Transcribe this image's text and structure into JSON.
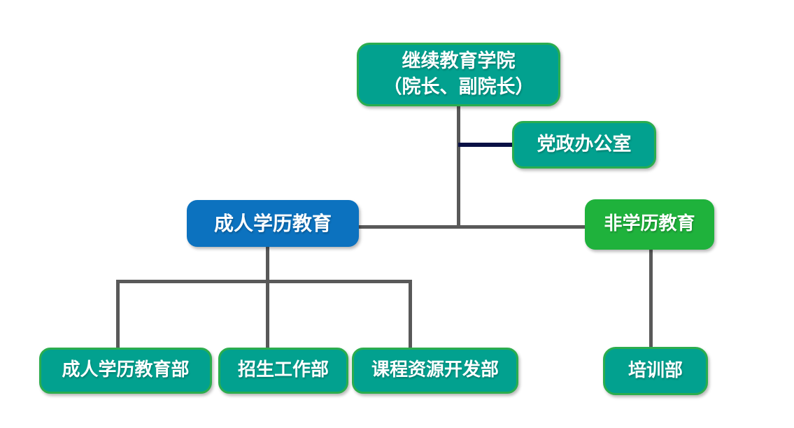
{
  "colors": {
    "background": "#ffffff",
    "teal_fill": "#02A18F",
    "teal_border": "#2BAD4E",
    "blue_fill": "#0C72BF",
    "green_fill": "#1FB23C",
    "line_gray": "#595959",
    "line_navy": "#0A1045",
    "text": "#ffffff"
  },
  "nodes": {
    "root": {
      "line1": "继续教育学院",
      "line2": "（院长、副院长）"
    },
    "party_office": {
      "label": "党政办公室"
    },
    "adult_edu": {
      "label": "成人学历教育"
    },
    "non_degree": {
      "label": "非学历教育"
    },
    "adult_dept": {
      "label": "成人学历教育部"
    },
    "recruit_dept": {
      "label": "招生工作部"
    },
    "course_dept": {
      "label": "课程资源开发部"
    },
    "training_dept": {
      "label": "培训部"
    }
  },
  "edges": [
    {
      "from": "继续教育学院（院长、副院长）",
      "to": "党政办公室"
    },
    {
      "from": "继续教育学院（院长、副院长）",
      "to": "成人学历教育"
    },
    {
      "from": "继续教育学院（院长、副院长）",
      "to": "非学历教育"
    },
    {
      "from": "成人学历教育",
      "to": "成人学历教育部"
    },
    {
      "from": "成人学历教育",
      "to": "招生工作部"
    },
    {
      "from": "成人学历教育",
      "to": "课程资源开发部"
    },
    {
      "from": "非学历教育",
      "to": "培训部"
    }
  ]
}
